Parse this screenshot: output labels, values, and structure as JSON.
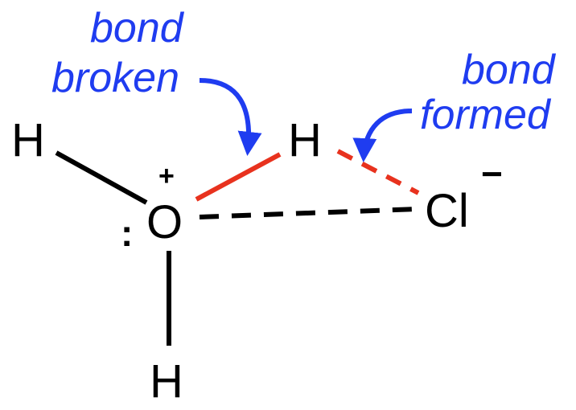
{
  "atoms": {
    "h_top_left": "H",
    "oxygen": "O",
    "h_bottom": "H",
    "h_transfer": "H",
    "chlorine": "Cl"
  },
  "charges": {
    "oxygen": "+",
    "chlorine": "−"
  },
  "lone_pair": ":",
  "annotations": {
    "bond_broken": [
      "bond",
      "broken"
    ],
    "bond_formed": [
      "bond",
      "formed"
    ]
  },
  "colors": {
    "annotation": "#1f3cf0",
    "changing_bond": "#e8321e",
    "bond": "#000000"
  }
}
